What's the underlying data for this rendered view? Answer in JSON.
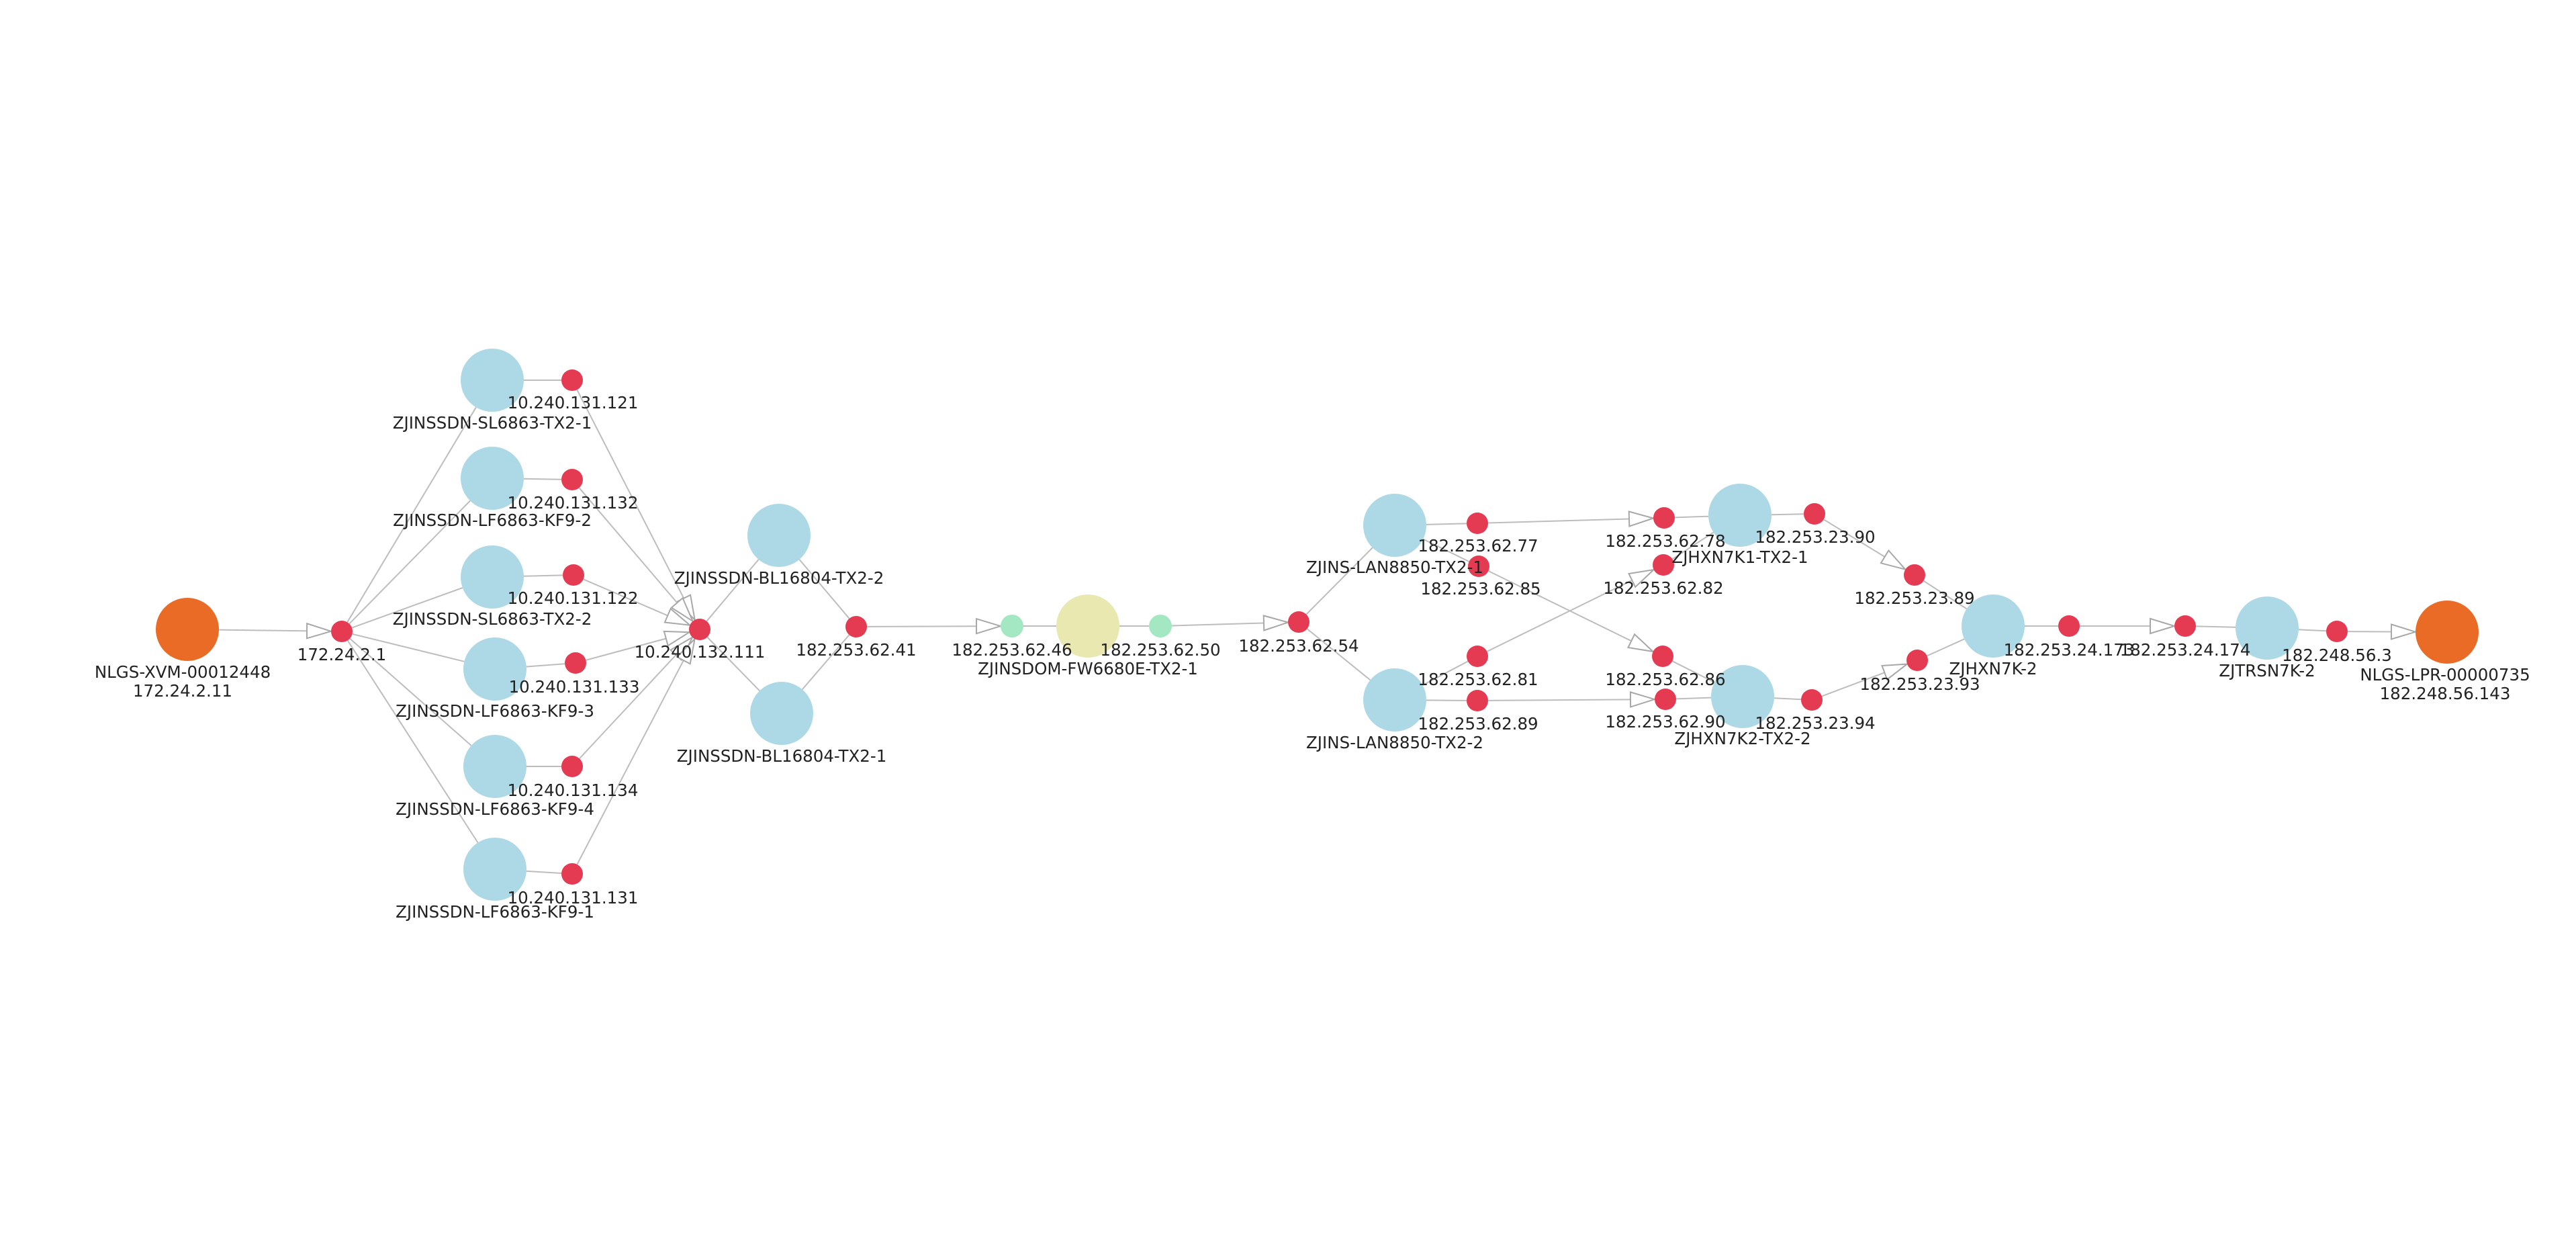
{
  "diagram": {
    "title": "",
    "colors": {
      "endpoint": "#e96b26",
      "device": "#add8e6",
      "firewall": "#e8e8b0",
      "interface": "#e53b52",
      "firewall_interface": "#a3e8c3",
      "link": "#bdbdbd",
      "arrow_fill": "#ffffff",
      "arrow_stroke": "#a8a8a8",
      "label": "#222222"
    },
    "nodes": [
      {
        "id": "src",
        "kind": "endpoint",
        "lines": [
          "NLGS-XVM-00012448",
          "172.24.2.11"
        ]
      },
      {
        "id": "ip_172_24_2_1",
        "kind": "interface",
        "lines": [
          "172.24.2.1"
        ]
      },
      {
        "id": "sl_tx2_1",
        "kind": "device",
        "lines": [
          "ZJINSSDN-SL6863-TX2-1"
        ]
      },
      {
        "id": "lf_kf9_2",
        "kind": "device",
        "lines": [
          "ZJINSSDN-LF6863-KF9-2"
        ]
      },
      {
        "id": "sl_tx2_2",
        "kind": "device",
        "lines": [
          "ZJINSSDN-SL6863-TX2-2"
        ]
      },
      {
        "id": "lf_kf9_3",
        "kind": "device",
        "lines": [
          "ZJINSSDN-LF6863-KF9-3"
        ]
      },
      {
        "id": "lf_kf9_4",
        "kind": "device",
        "lines": [
          "ZJINSSDN-LF6863-KF9-4"
        ]
      },
      {
        "id": "lf_kf9_1",
        "kind": "device",
        "lines": [
          "ZJINSSDN-LF6863-KF9-1"
        ]
      },
      {
        "id": "ip_121",
        "kind": "interface",
        "lines": [
          "10.240.131.121"
        ]
      },
      {
        "id": "ip_132",
        "kind": "interface",
        "lines": [
          "10.240.131.132"
        ]
      },
      {
        "id": "ip_122",
        "kind": "interface",
        "lines": [
          "10.240.131.122"
        ]
      },
      {
        "id": "ip_133",
        "kind": "interface",
        "lines": [
          "10.240.131.133"
        ]
      },
      {
        "id": "ip_134",
        "kind": "interface",
        "lines": [
          "10.240.131.134"
        ]
      },
      {
        "id": "ip_131",
        "kind": "interface",
        "lines": [
          "10.240.131.131"
        ]
      },
      {
        "id": "ip_132_111",
        "kind": "interface",
        "lines": [
          "10.240.132.111"
        ]
      },
      {
        "id": "bl_tx2_2",
        "kind": "device",
        "lines": [
          "ZJINSSDN-BL16804-TX2-2"
        ]
      },
      {
        "id": "bl_tx2_1",
        "kind": "device",
        "lines": [
          "ZJINSSDN-BL16804-TX2-1"
        ]
      },
      {
        "id": "ip_62_41",
        "kind": "interface",
        "lines": [
          "182.253.62.41"
        ]
      },
      {
        "id": "ip_62_46",
        "kind": "firewall_interface",
        "lines": [
          "182.253.62.46"
        ]
      },
      {
        "id": "fw",
        "kind": "firewall",
        "lines": [
          "ZJINSDOM-FW6680E-TX2-1"
        ]
      },
      {
        "id": "ip_62_50",
        "kind": "firewall_interface",
        "lines": [
          "182.253.62.50"
        ]
      },
      {
        "id": "ip_62_54",
        "kind": "interface",
        "lines": [
          "182.253.62.54"
        ]
      },
      {
        "id": "lan_tx2_1",
        "kind": "device",
        "lines": [
          "ZJINS-LAN8850-TX2-1"
        ]
      },
      {
        "id": "lan_tx2_2",
        "kind": "device",
        "lines": [
          "ZJINS-LAN8850-TX2-2"
        ]
      },
      {
        "id": "ip_62_77",
        "kind": "interface",
        "lines": [
          "182.253.62.77"
        ]
      },
      {
        "id": "ip_62_85",
        "kind": "interface",
        "lines": [
          "182.253.62.85"
        ]
      },
      {
        "id": "ip_62_81",
        "kind": "interface",
        "lines": [
          "182.253.62.81"
        ]
      },
      {
        "id": "ip_62_89",
        "kind": "interface",
        "lines": [
          "182.253.62.89"
        ]
      },
      {
        "id": "ip_62_78",
        "kind": "interface",
        "lines": [
          "182.253.62.78"
        ]
      },
      {
        "id": "ip_62_82",
        "kind": "interface",
        "lines": [
          "182.253.62.82"
        ]
      },
      {
        "id": "ip_62_86",
        "kind": "interface",
        "lines": [
          "182.253.62.86"
        ]
      },
      {
        "id": "ip_62_90",
        "kind": "interface",
        "lines": [
          "182.253.62.90"
        ]
      },
      {
        "id": "hxn_k1",
        "kind": "device",
        "lines": [
          "ZJHXN7K1-TX2-1"
        ]
      },
      {
        "id": "hxn_k2",
        "kind": "device",
        "lines": [
          "ZJHXN7K2-TX2-2"
        ]
      },
      {
        "id": "ip_23_90",
        "kind": "interface",
        "lines": [
          "182.253.23.90"
        ]
      },
      {
        "id": "ip_23_94",
        "kind": "interface",
        "lines": [
          "182.253.23.94"
        ]
      },
      {
        "id": "ip_23_89",
        "kind": "interface",
        "lines": [
          "182.253.23.89"
        ]
      },
      {
        "id": "ip_23_93",
        "kind": "interface",
        "lines": [
          "182.253.23.93"
        ]
      },
      {
        "id": "hxn7k2",
        "kind": "device",
        "lines": [
          "ZJHXN7K-2"
        ]
      },
      {
        "id": "ip_24_173",
        "kind": "interface",
        "lines": [
          "182.253.24.173"
        ]
      },
      {
        "id": "ip_24_174",
        "kind": "interface",
        "lines": [
          "182.253.24.174"
        ]
      },
      {
        "id": "trsn",
        "kind": "device",
        "lines": [
          "ZJTRSN7K-2"
        ]
      },
      {
        "id": "ip_56_3",
        "kind": "interface",
        "lines": [
          "182.248.56.3"
        ]
      },
      {
        "id": "dst",
        "kind": "endpoint",
        "lines": [
          "NLGS-LPR-00000735",
          "182.248.56.143"
        ]
      }
    ],
    "links": [
      {
        "from": "src",
        "to": "ip_172_24_2_1",
        "arrow": true
      },
      {
        "from": "ip_172_24_2_1",
        "to": "sl_tx2_1",
        "arrow": false
      },
      {
        "from": "ip_172_24_2_1",
        "to": "lf_kf9_2",
        "arrow": false
      },
      {
        "from": "ip_172_24_2_1",
        "to": "sl_tx2_2",
        "arrow": false
      },
      {
        "from": "ip_172_24_2_1",
        "to": "lf_kf9_3",
        "arrow": false
      },
      {
        "from": "ip_172_24_2_1",
        "to": "lf_kf9_4",
        "arrow": false
      },
      {
        "from": "ip_172_24_2_1",
        "to": "lf_kf9_1",
        "arrow": false
      },
      {
        "from": "sl_tx2_1",
        "to": "ip_121",
        "arrow": false
      },
      {
        "from": "lf_kf9_2",
        "to": "ip_132",
        "arrow": false
      },
      {
        "from": "sl_tx2_2",
        "to": "ip_122",
        "arrow": false
      },
      {
        "from": "lf_kf9_3",
        "to": "ip_133",
        "arrow": false
      },
      {
        "from": "lf_kf9_4",
        "to": "ip_134",
        "arrow": false
      },
      {
        "from": "lf_kf9_1",
        "to": "ip_131",
        "arrow": false
      },
      {
        "from": "ip_121",
        "to": "ip_132_111",
        "arrow": true
      },
      {
        "from": "ip_132",
        "to": "ip_132_111",
        "arrow": true
      },
      {
        "from": "ip_122",
        "to": "ip_132_111",
        "arrow": true
      },
      {
        "from": "ip_133",
        "to": "ip_132_111",
        "arrow": true
      },
      {
        "from": "ip_134",
        "to": "ip_132_111",
        "arrow": true
      },
      {
        "from": "ip_131",
        "to": "ip_132_111",
        "arrow": true
      },
      {
        "from": "ip_132_111",
        "to": "bl_tx2_2",
        "arrow": false
      },
      {
        "from": "ip_132_111",
        "to": "bl_tx2_1",
        "arrow": false
      },
      {
        "from": "bl_tx2_2",
        "to": "ip_62_41",
        "arrow": false
      },
      {
        "from": "bl_tx2_1",
        "to": "ip_62_41",
        "arrow": false
      },
      {
        "from": "ip_62_41",
        "to": "ip_62_46",
        "arrow": true
      },
      {
        "from": "ip_62_46",
        "to": "fw",
        "arrow": false
      },
      {
        "from": "fw",
        "to": "ip_62_50",
        "arrow": false
      },
      {
        "from": "ip_62_50",
        "to": "ip_62_54",
        "arrow": true
      },
      {
        "from": "ip_62_54",
        "to": "lan_tx2_1",
        "arrow": false
      },
      {
        "from": "ip_62_54",
        "to": "lan_tx2_2",
        "arrow": false
      },
      {
        "from": "lan_tx2_1",
        "to": "ip_62_77",
        "arrow": false
      },
      {
        "from": "lan_tx2_1",
        "to": "ip_62_85",
        "arrow": false
      },
      {
        "from": "lan_tx2_2",
        "to": "ip_62_81",
        "arrow": false
      },
      {
        "from": "lan_tx2_2",
        "to": "ip_62_89",
        "arrow": false
      },
      {
        "from": "ip_62_77",
        "to": "ip_62_78",
        "arrow": true
      },
      {
        "from": "ip_62_81",
        "to": "ip_62_82",
        "arrow": true
      },
      {
        "from": "ip_62_85",
        "to": "ip_62_86",
        "arrow": true
      },
      {
        "from": "ip_62_89",
        "to": "ip_62_90",
        "arrow": true
      },
      {
        "from": "ip_62_78",
        "to": "hxn_k1",
        "arrow": false
      },
      {
        "from": "ip_62_82",
        "to": "hxn_k1",
        "arrow": false
      },
      {
        "from": "ip_62_86",
        "to": "hxn_k2",
        "arrow": false
      },
      {
        "from": "ip_62_90",
        "to": "hxn_k2",
        "arrow": false
      },
      {
        "from": "hxn_k1",
        "to": "ip_23_90",
        "arrow": false
      },
      {
        "from": "hxn_k2",
        "to": "ip_23_94",
        "arrow": false
      },
      {
        "from": "ip_23_90",
        "to": "ip_23_89",
        "arrow": true
      },
      {
        "from": "ip_23_94",
        "to": "ip_23_93",
        "arrow": true
      },
      {
        "from": "ip_23_89",
        "to": "hxn7k2",
        "arrow": false
      },
      {
        "from": "ip_23_93",
        "to": "hxn7k2",
        "arrow": false
      },
      {
        "from": "hxn7k2",
        "to": "ip_24_173",
        "arrow": false
      },
      {
        "from": "ip_24_173",
        "to": "ip_24_174",
        "arrow": true
      },
      {
        "from": "ip_24_174",
        "to": "trsn",
        "arrow": false
      },
      {
        "from": "trsn",
        "to": "ip_56_3",
        "arrow": false
      },
      {
        "from": "ip_56_3",
        "to": "dst",
        "arrow": true
      }
    ]
  }
}
